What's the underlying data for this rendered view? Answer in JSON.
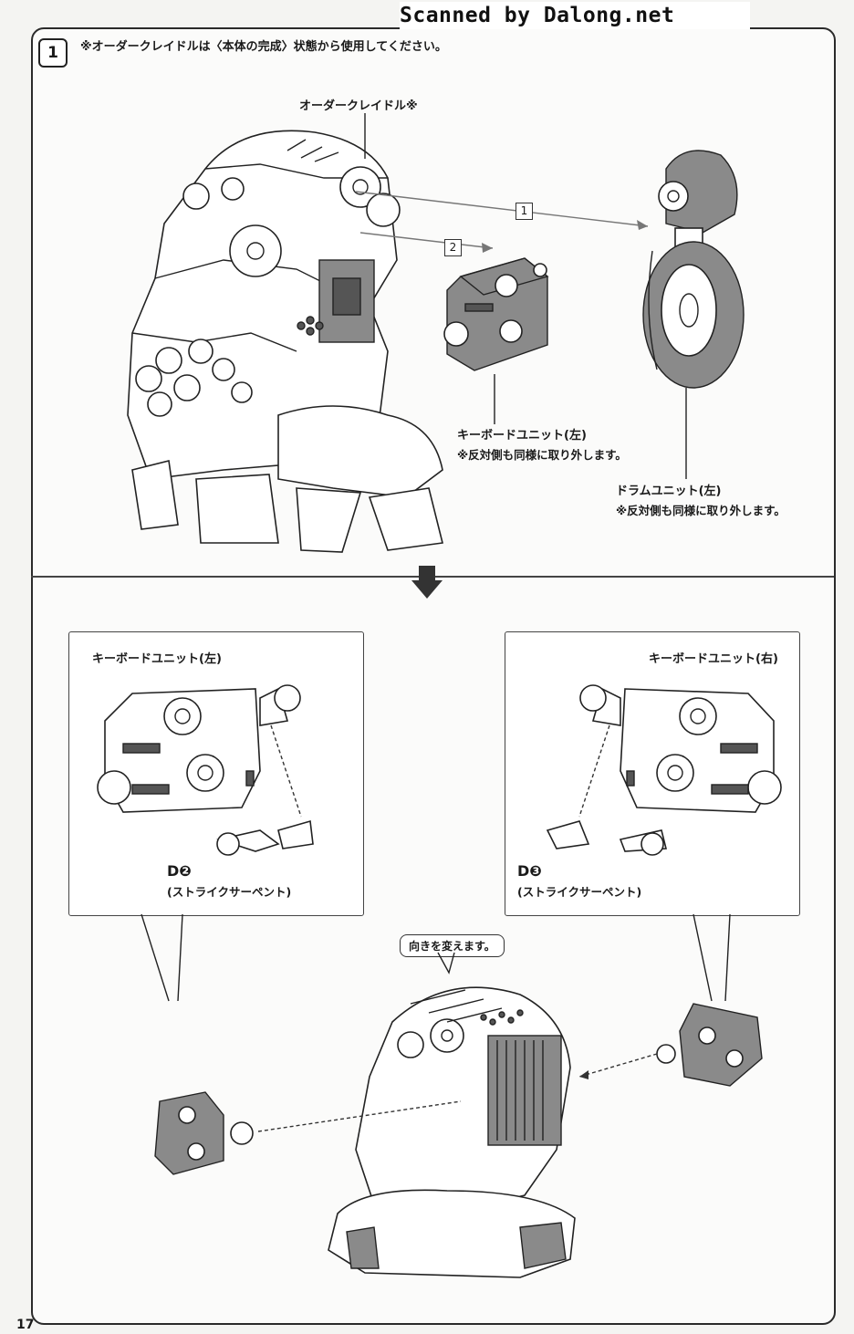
{
  "watermark": "Scanned by Dalong.net",
  "step": {
    "number": "1",
    "note": "※オーダークレイドルは〈本体の完成〉状態から使用してください。"
  },
  "upper": {
    "cradle_label": "オーダークレイドル※",
    "callout_1": "1",
    "callout_2": "2",
    "keyboard_left": {
      "title": "キーボードユニット(左)",
      "note": "※反対側も同様に取り外します。"
    },
    "drum_left": {
      "title": "ドラムユニット(左)",
      "note": "※反対側も同様に取り外します。"
    }
  },
  "lower": {
    "left_box": {
      "title": "キーボードユニット(左)",
      "part_code": "D",
      "part_number": "❷",
      "part_name": "(ストライクサーペント)"
    },
    "right_box": {
      "title": "キーボードユニット(右)",
      "part_code": "D",
      "part_number": "❸",
      "part_name": "(ストライクサーペント)"
    },
    "rotate_note": "向きを変えます。"
  },
  "page_number": "17"
}
